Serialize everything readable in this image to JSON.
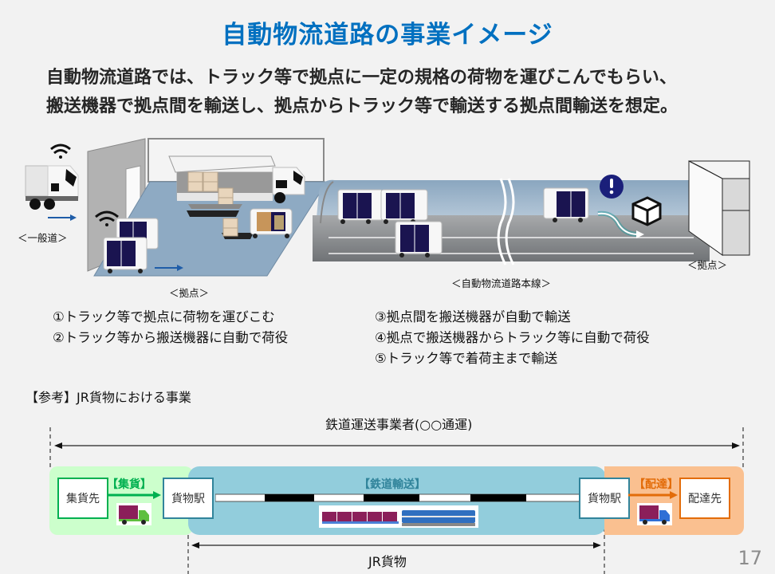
{
  "slide": {
    "title": "自動物流道路の事業イメージ",
    "lead_lines": [
      "自動物流道路では、トラック等で拠点に一定の規格の荷物を運びこんでもらい、",
      "搬送機器で拠点間を輸送し、拠点からトラック等で輸送する拠点間輸送を想定。"
    ],
    "page_number": "17"
  },
  "illustration": {
    "labels": {
      "general_road": "＜一般道＞",
      "hub_left": "＜拠点＞",
      "main_line": "＜自動物流道路本線＞",
      "hub_right": "＜拠点＞"
    },
    "icons": [
      "truck-icon",
      "wifi-icon",
      "carrier-robot-icon",
      "cardboard-box-icon",
      "alert-badge-icon",
      "package-icon",
      "curved-arrow-icon"
    ],
    "colors": {
      "floor": "#8eaac3",
      "robot_panel": "#1a1450",
      "tunnel_top": "#9bb3c9",
      "road": "#8c8f92",
      "alert": "#1a1f7a",
      "flow_arrow": "#2f9a9e"
    }
  },
  "steps": {
    "left": [
      "①トラック等で拠点に荷物を運びこむ",
      "②トラック等から搬送機器に自動で荷役"
    ],
    "right": [
      "③拠点間を搬送機器が自動で輸送",
      "④拠点で搬送機器からトラック等に自動で荷役",
      "⑤トラック等で着荷主まで輸送"
    ]
  },
  "reference": {
    "heading": "【参考】JR貨物における事業",
    "top_span_label": "鉄道運送事業者(○○通運)",
    "bottom_span_label": "JR貨物",
    "zones": {
      "collection": {
        "label": "【集貨】",
        "color": "#00b050",
        "bg": "#ccffcc"
      },
      "rail": {
        "label": "【鉄道輸送】",
        "color": "#31849b",
        "bg": "#92cddc"
      },
      "delivery": {
        "label": "【配達】",
        "color": "#e36c09",
        "bg": "#fac090"
      }
    },
    "boxes": {
      "origin": "集貨先",
      "station_left": "貨物駅",
      "station_right": "貨物駅",
      "destination": "配達先"
    },
    "icons": [
      "container-truck-icon",
      "freight-train-icon"
    ]
  }
}
